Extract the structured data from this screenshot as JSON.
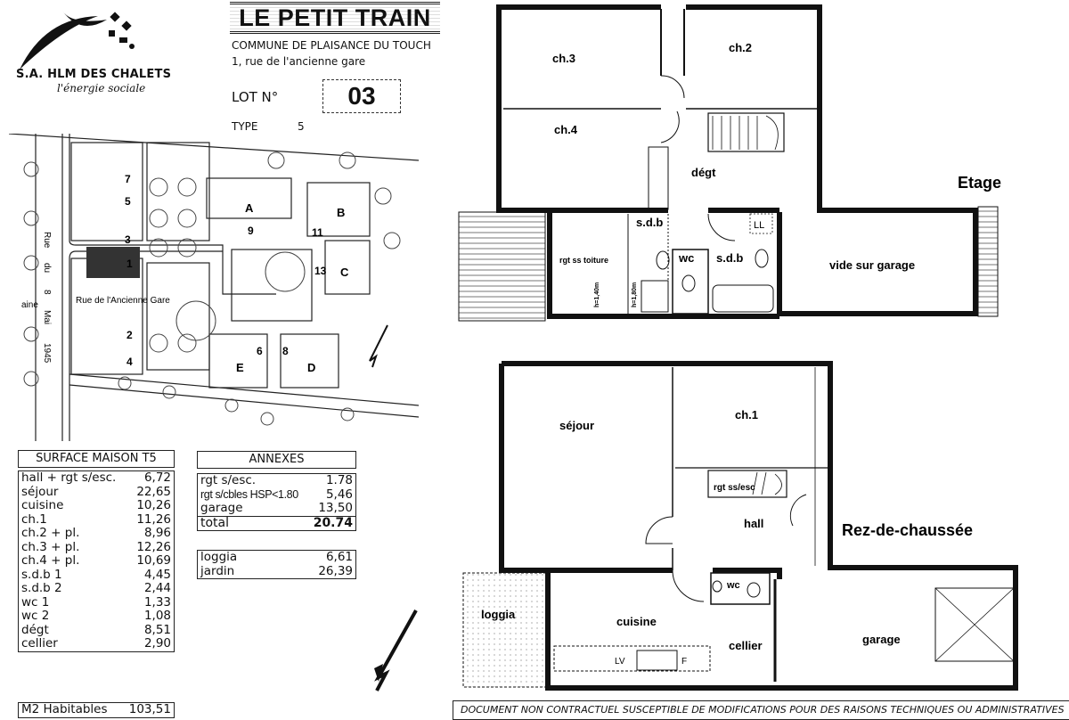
{
  "header": {
    "logo_name": "S.A. HLM DES CHALETS",
    "logo_tagline": "l'énergie sociale",
    "project_title": "LE PETIT TRAIN",
    "commune": "COMMUNE DE PLAISANCE DU TOUCH",
    "address": "1, rue de l'ancienne gare",
    "lot_label": "LOT N°",
    "lot_number": "03",
    "type_label": "TYPE",
    "type_value": "5"
  },
  "site_plan": {
    "street_vertical": [
      "Rue",
      "du",
      "8",
      "Mai",
      "1945"
    ],
    "street_horizontal": "Rue de l'Ancienne Gare",
    "street_fragment": "aine",
    "buildings": [
      "A",
      "B",
      "C",
      "D",
      "E"
    ],
    "lot_numbers": [
      "7",
      "5",
      "3",
      "1",
      "2",
      "4",
      "9",
      "11",
      "13",
      "6",
      "8"
    ]
  },
  "surface_table": {
    "title": "SURFACE MAISON T5",
    "rows": [
      {
        "label": "hall + rgt s/esc.",
        "value": "6,72"
      },
      {
        "label": "séjour",
        "value": "22,65"
      },
      {
        "label": "cuisine",
        "value": "10,26"
      },
      {
        "label": "ch.1",
        "value": "11,26"
      },
      {
        "label": "ch.2 + pl.",
        "value": "8,96"
      },
      {
        "label": "ch.3 + pl.",
        "value": "12,26"
      },
      {
        "label": "ch.4 + pl.",
        "value": "10,69"
      },
      {
        "label": "s.d.b 1",
        "value": "4,45"
      },
      {
        "label": "s.d.b 2",
        "value": "2,44"
      },
      {
        "label": "wc 1",
        "value": "1,33"
      },
      {
        "label": "wc 2",
        "value": "1,08"
      },
      {
        "label": "dégt",
        "value": "8,51"
      },
      {
        "label": "cellier",
        "value": "2,90"
      }
    ],
    "total_label": "M2 Habitables",
    "total_value": "103,51"
  },
  "annexes_table": {
    "title": "ANNEXES",
    "rows": [
      {
        "label": "rgt s/esc.",
        "value": "1.78"
      },
      {
        "label": "rgt s/cbles HSP<1.80",
        "value": "5,46"
      },
      {
        "label": "garage",
        "value": "13,50"
      }
    ],
    "total_label": "total",
    "total_value": "20.74",
    "extra_rows": [
      {
        "label": "loggia",
        "value": "6,61"
      },
      {
        "label": "jardin",
        "value": "26,39"
      }
    ]
  },
  "floor_upper": {
    "label": "Etage",
    "rooms": {
      "ch3": "ch.3",
      "ch2": "ch.2",
      "ch4": "ch.4",
      "degt": "dégt",
      "sdb_a": "s.d.b",
      "sdb_b": "s.d.b",
      "wc": "wc",
      "ll": "LL",
      "rgt_toiture": "rgt ss toiture",
      "h140": "h=1,40m",
      "h180": "h=1,80m",
      "vide_garage": "vide sur garage"
    }
  },
  "floor_ground": {
    "label": "Rez-de-chaussée",
    "rooms": {
      "sejour": "séjour",
      "ch1": "ch.1",
      "rgt_esc": "rgt ss/esc",
      "hall": "hall",
      "wc": "wc",
      "cuisine": "cuisine",
      "cellier": "cellier",
      "loggia": "loggia",
      "garage": "garage",
      "lv": "LV",
      "f": "F"
    }
  },
  "disclaimer": "DOCUMENT NON CONTRACTUEL SUSCEPTIBLE DE MODIFICATIONS POUR DES RAISONS TECHNIQUES OU ADMINISTRATIVES"
}
